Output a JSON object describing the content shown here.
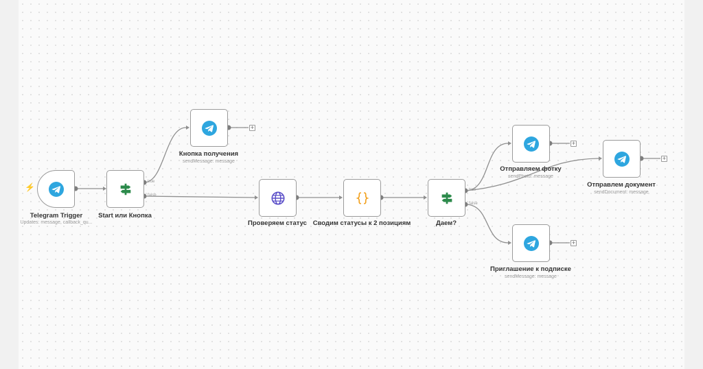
{
  "colors": {
    "telegram": "#2ea6df",
    "switch": "#2c8a4b",
    "code": "#f2a01c",
    "http": "#5b4fc8",
    "trigger": "#ff5a4e"
  },
  "nodes": {
    "trigger": {
      "name": "Telegram Trigger",
      "sub": "Updates: message, callback_qu...",
      "icon": "telegram-icon"
    },
    "start": {
      "name": "Start или Кнопка",
      "sub": "",
      "icon": "switch-icon",
      "true_label": "true",
      "false_label": "false"
    },
    "knopka": {
      "name": "Кнопка получения",
      "sub": "sendMessage: message",
      "icon": "telegram-icon"
    },
    "proverka": {
      "name": "Проверяем статус",
      "sub": "",
      "icon": "globe-icon"
    },
    "svodim": {
      "name": "Сводим статусы к 2 позициям",
      "sub": "",
      "icon": "code-braces-icon"
    },
    "daem": {
      "name": "Даем?",
      "sub": "",
      "icon": "switch-icon",
      "true_label": "true",
      "false_label": "false"
    },
    "fotka": {
      "name": "Отправляем фотку",
      "sub": "sendPhoto: message",
      "icon": "telegram-icon"
    },
    "priglash": {
      "name": "Приглашение к подписке",
      "sub": "sendMessage: message",
      "icon": "telegram-icon"
    },
    "document": {
      "name": "Отправлем документ",
      "sub": "sendDocument: message",
      "icon": "telegram-icon"
    }
  },
  "add_glyph": "+",
  "trigger_glyph": "⚡"
}
